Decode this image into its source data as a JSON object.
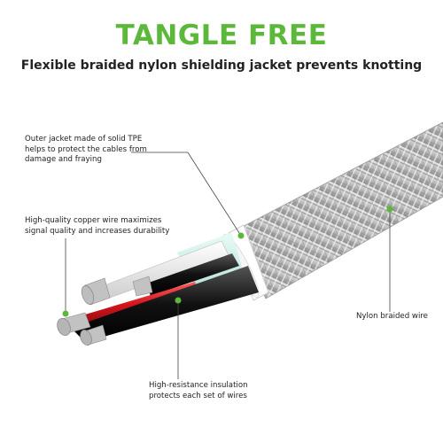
{
  "header": {
    "title": "TANGLE FREE",
    "subtitle": "Flexible braided nylon shielding jacket prevents knotting"
  },
  "callouts": {
    "outer_jacket": "Outer jacket made of solid TPE\nhelps to protect the cables from\ndamage and fraying",
    "copper_wire": "High-quality copper wire maximizes\nsignal quality and increases durability",
    "nylon_braid": "Nylon braided wire",
    "insulation": "High-resistance insulation\nprotects each set of wires"
  },
  "colors": {
    "accent": "#5cb83a",
    "braid": "#c9c9c9",
    "jacket_ring": "#ffffff",
    "inner_sleeve": "#cfeee8",
    "wire_black": "#1a1a1a",
    "wire_red": "#d4151c",
    "wire_white": "#f5f5f5",
    "copper": "#b8b8b8"
  }
}
